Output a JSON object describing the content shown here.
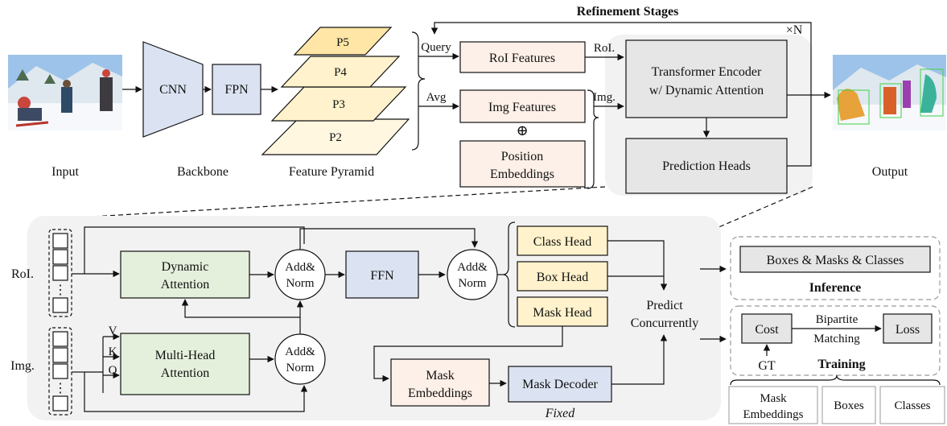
{
  "top": {
    "refinement_title": "Refinement Stages",
    "repeat": "×N",
    "input_label": "Input",
    "backbone_label": "Backbone",
    "pyramid_label": "Feature Pyramid",
    "output_label": "Output",
    "cnn": "CNN",
    "fpn": "FPN",
    "levels": [
      "P5",
      "P4",
      "P3",
      "P2"
    ],
    "query": "Query",
    "avg": "Avg",
    "roi_features": "RoI Features",
    "img_features": "Img Features",
    "oplus": "⊕",
    "position_line1": "Position",
    "position_line2": "Embeddings",
    "roi_edge": "RoI.",
    "img_edge": "Img.",
    "encoder_line1": "Transformer Encoder",
    "encoder_line2": "w/ Dynamic Attention",
    "prediction_heads": "Prediction Heads"
  },
  "bottom": {
    "roi_label": "RoI.",
    "img_label": "Img.",
    "dynamic_line1": "Dynamic",
    "dynamic_line2": "Attention",
    "mha_line1": "Multi-Head",
    "mha_line2": "Attention",
    "addnorm_line1": "Add&",
    "addnorm_line2": "Norm",
    "ffn": "FFN",
    "class_head": "Class Head",
    "box_head": "Box Head",
    "mask_head": "Mask Head",
    "predict_line1": "Predict",
    "predict_line2": "Concurrently",
    "mask_emb_line1": "Mask",
    "mask_emb_line2": "Embeddings",
    "mask_decoder": "Mask Decoder",
    "fixed": "Fixed",
    "v": "V",
    "k": "K",
    "q": "Q",
    "dots": "⋮"
  },
  "right": {
    "inference_result": "Boxes & Masks & Classes",
    "inference": "Inference",
    "cost": "Cost",
    "bipartite": "Bipartite",
    "matching": "Matching",
    "loss": "Loss",
    "gt": "GT",
    "training": "Training",
    "gt_mask_line1": "Mask",
    "gt_mask_line2": "Embeddings",
    "gt_boxes": "Boxes",
    "gt_classes": "Classes"
  },
  "colors": {
    "backbone_blue": "#dbe3f2",
    "pyramid_yellow": "#fff2cc",
    "pyramid_dark": "#ffe6a6",
    "feature_peach": "#fdf0e8",
    "gray_box": "#e6e6e6",
    "panel_gray": "#f2f2f2",
    "green": "#e4f0dc",
    "head_yellow": "#fff2cc"
  }
}
